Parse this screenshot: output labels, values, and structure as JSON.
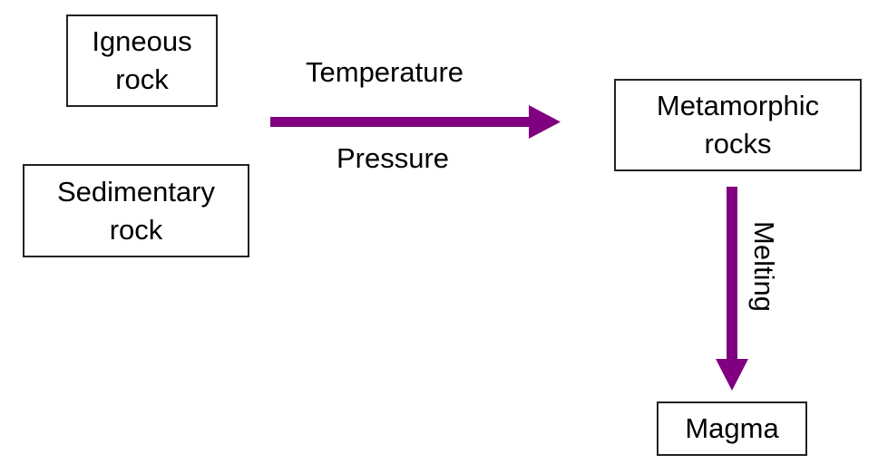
{
  "nodes": {
    "igneous": "Igneous\nrock",
    "sedimentary": "Sedimentary\nrock",
    "metamorphic": "Metamorphic\nrocks",
    "magma": "Magma"
  },
  "edges": {
    "temperature": "Temperature",
    "pressure": "Pressure",
    "melting": "Melting"
  },
  "colors": {
    "arrow": "#800080",
    "box_border": "#222222"
  }
}
